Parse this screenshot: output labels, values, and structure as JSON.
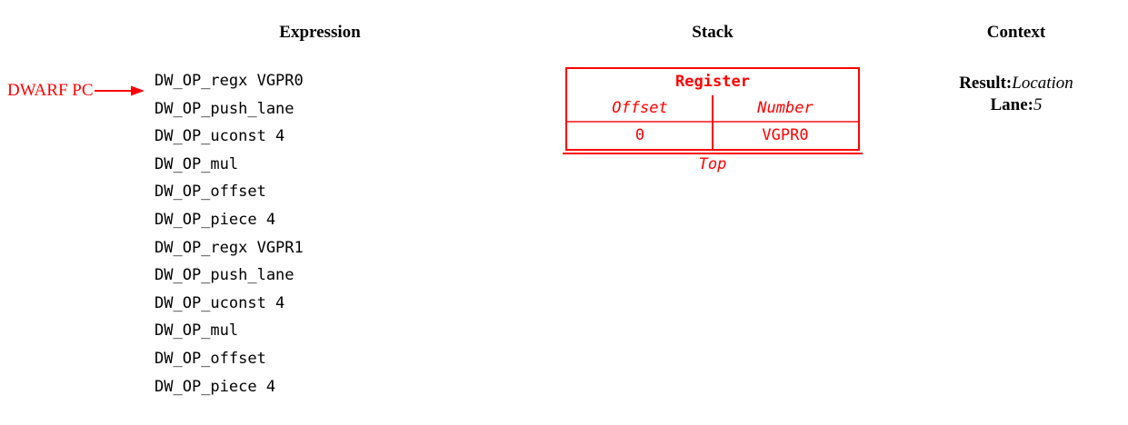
{
  "headings": {
    "expression": "Expression",
    "stack": "Stack",
    "context": "Context"
  },
  "pointer": {
    "label": "DWARF PC",
    "icon": "arrow-right-icon",
    "color": "#ff0000",
    "points_to_line_index": 0
  },
  "expression": {
    "lines": [
      "DW_OP_regx VGPR0",
      "DW_OP_push_lane",
      "DW_OP_uconst 4",
      "DW_OP_mul",
      "DW_OP_offset",
      "DW_OP_piece 4",
      "DW_OP_regx VGPR1",
      "DW_OP_push_lane",
      "DW_OP_uconst 4",
      "DW_OP_mul",
      "DW_OP_offset",
      "DW_OP_piece 4"
    ]
  },
  "stack": {
    "color": "#ff0000",
    "top_label": "Top",
    "entries": [
      {
        "title": "Register",
        "columns": [
          "Offset",
          "Number"
        ],
        "values": [
          "0",
          "VGPR0"
        ]
      }
    ]
  },
  "context": {
    "rows": [
      {
        "key": "Result:",
        "value": "Location"
      },
      {
        "key": "Lane:",
        "value": "5"
      }
    ]
  }
}
